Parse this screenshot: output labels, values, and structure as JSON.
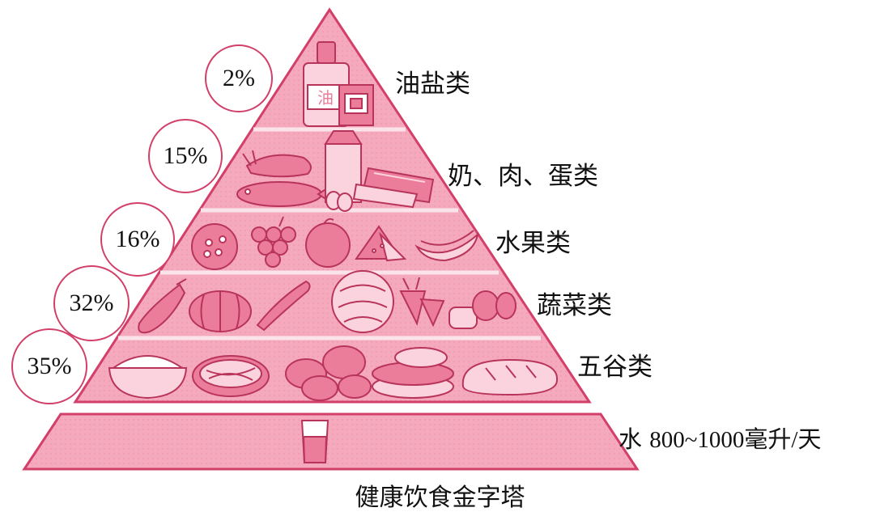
{
  "title": "健康饮食金字塔",
  "colors": {
    "fill": "#f5a9bd",
    "stroke": "#d2406a",
    "line_inner": "#fbe3ea",
    "food": "#ec7d9a",
    "food_light": "#fbd3df"
  },
  "tiers": [
    {
      "label": "油盐类",
      "percent": "2%",
      "foods": [
        "oil-bottle",
        "salt-box"
      ]
    },
    {
      "label": "奶、肉、蛋类",
      "percent": "15%",
      "foods": [
        "shrimp",
        "fish",
        "milk-carton",
        "eggs",
        "meat-slices"
      ]
    },
    {
      "label": "水果类",
      "percent": "16%",
      "foods": [
        "pomegranate",
        "grapes",
        "orange",
        "watermelon",
        "bananas"
      ]
    },
    {
      "label": "蔬菜类",
      "percent": "32%",
      "foods": [
        "eggplant",
        "pumpkin",
        "cucumber",
        "cabbage",
        "carrots",
        "peppers"
      ]
    },
    {
      "label": "五谷类",
      "percent": "35%",
      "foods": [
        "rice-bowl",
        "noodle-bowl",
        "potatoes",
        "pancakes",
        "bread"
      ]
    }
  ],
  "water": {
    "label": "水",
    "amount": "800~1000毫升/天",
    "food": "water-glass"
  }
}
